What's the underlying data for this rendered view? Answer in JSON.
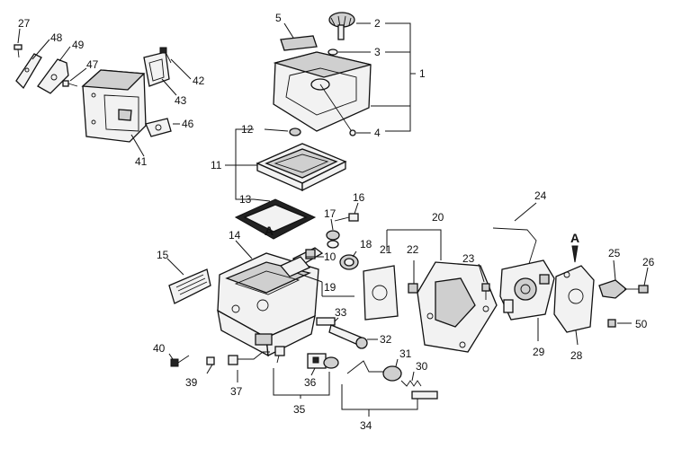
{
  "callouts": {
    "n1": "1",
    "n2": "2",
    "n3": "3",
    "n4": "4",
    "n5": "5",
    "n10": "10",
    "n11": "11",
    "n12": "12",
    "n13": "13",
    "n14": "14",
    "n15": "15",
    "n16": "16",
    "n17": "17",
    "n18": "18",
    "n19": "19",
    "n20": "20",
    "n21": "21",
    "n22": "22",
    "n23": "23",
    "n24": "24",
    "n25": "25",
    "n26": "26",
    "n27": "27",
    "n28": "28",
    "n29": "29",
    "n30": "30",
    "n31": "31",
    "n32": "32",
    "n33": "33",
    "n34": "34",
    "n35": "35",
    "n36": "36",
    "n37": "37",
    "n39": "39",
    "n40": "40",
    "n41": "41",
    "n42": "42",
    "n43": "43",
    "n46": "46",
    "n47": "47",
    "n48": "48",
    "n49": "49",
    "n50": "50"
  },
  "reference_marks": {
    "a_left": "A",
    "a_right": "A"
  }
}
